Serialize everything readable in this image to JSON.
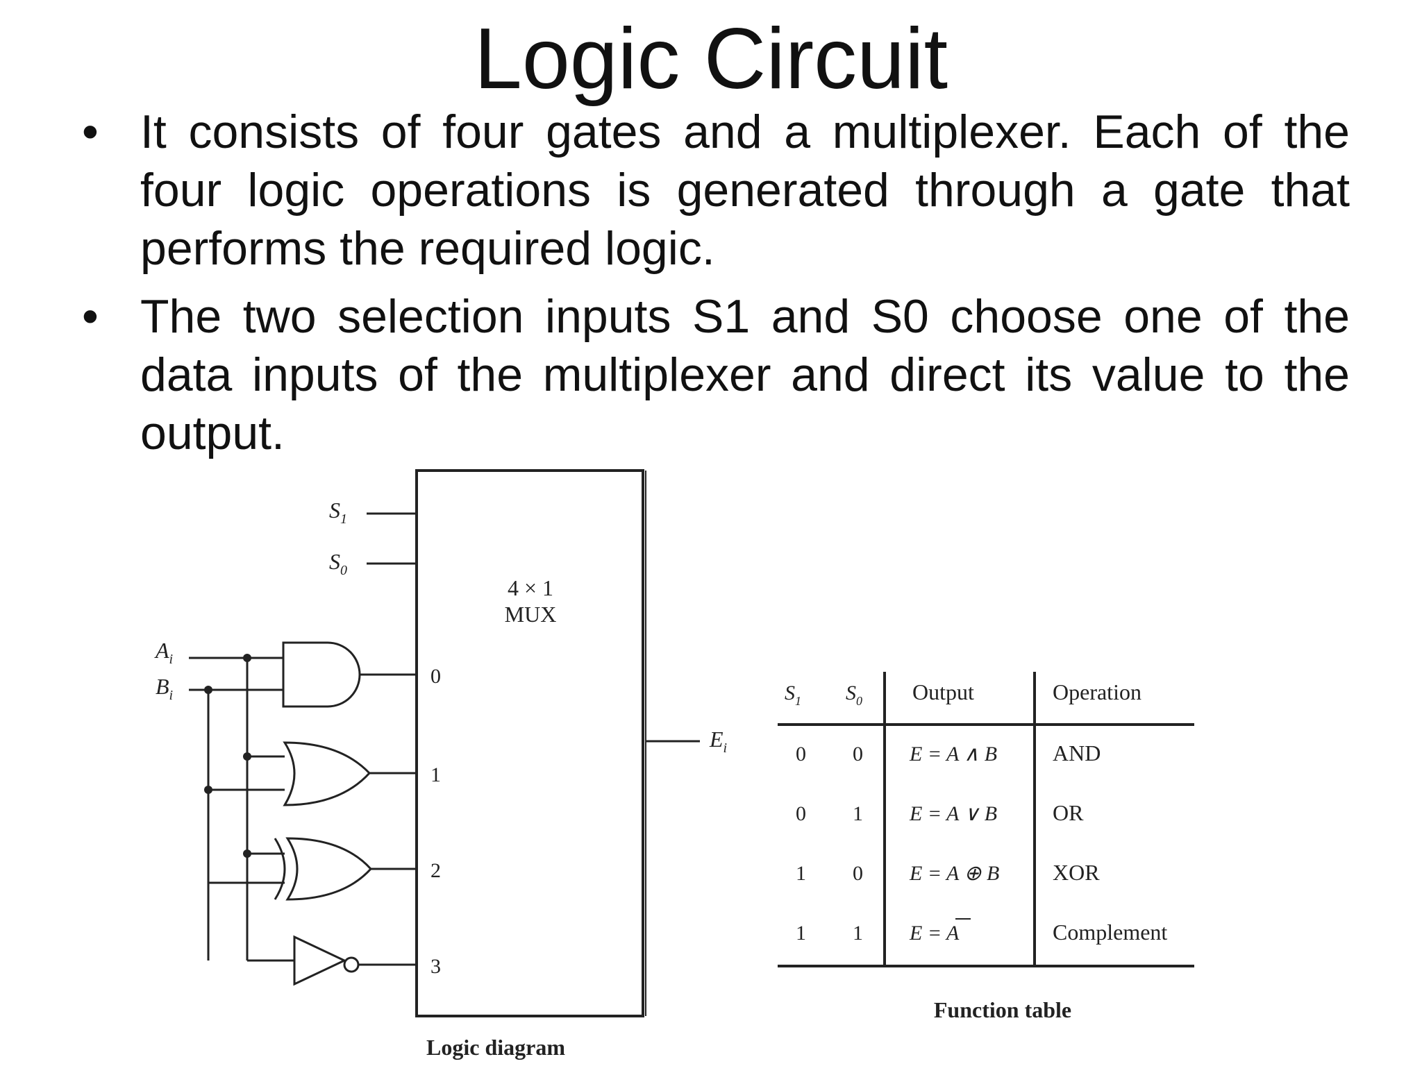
{
  "slide": {
    "title": "Logic Circuit",
    "bullets": [
      "It consists of four gates and a multiplexer. Each of the four logic operations is generated through a gate that performs the required logic.",
      "The two selection inputs S1 and S0 choose one of the data inputs of the multiplexer and direct its value to the output."
    ],
    "bullet_symbol": "•"
  },
  "diagram": {
    "s1_label": "S",
    "s1_sub": "1",
    "s0_label": "S",
    "s0_sub": "0",
    "mux_line1": "4 × 1",
    "mux_line2": "MUX",
    "a_label": "A",
    "a_sub": "i",
    "b_label": "B",
    "b_sub": "i",
    "inputs": [
      "0",
      "1",
      "2",
      "3"
    ],
    "e_label": "E",
    "e_sub": "i",
    "caption": "Logic diagram"
  },
  "function_table": {
    "headers": {
      "s1": "S",
      "s1_sub": "1",
      "s0": "S",
      "s0_sub": "0",
      "output": "Output",
      "operation": "Operation"
    },
    "rows": [
      {
        "s1": "0",
        "s0": "0",
        "output": "E = A ∧ B",
        "operation": "AND"
      },
      {
        "s1": "0",
        "s0": "1",
        "output": "E = A ∨ B",
        "operation": "OR"
      },
      {
        "s1": "1",
        "s0": "0",
        "output": "E = A ⊕ B",
        "operation": "XOR"
      },
      {
        "s1": "1",
        "s0": "1",
        "output": "E = A",
        "operation": "Complement"
      }
    ],
    "caption": "Function table"
  }
}
